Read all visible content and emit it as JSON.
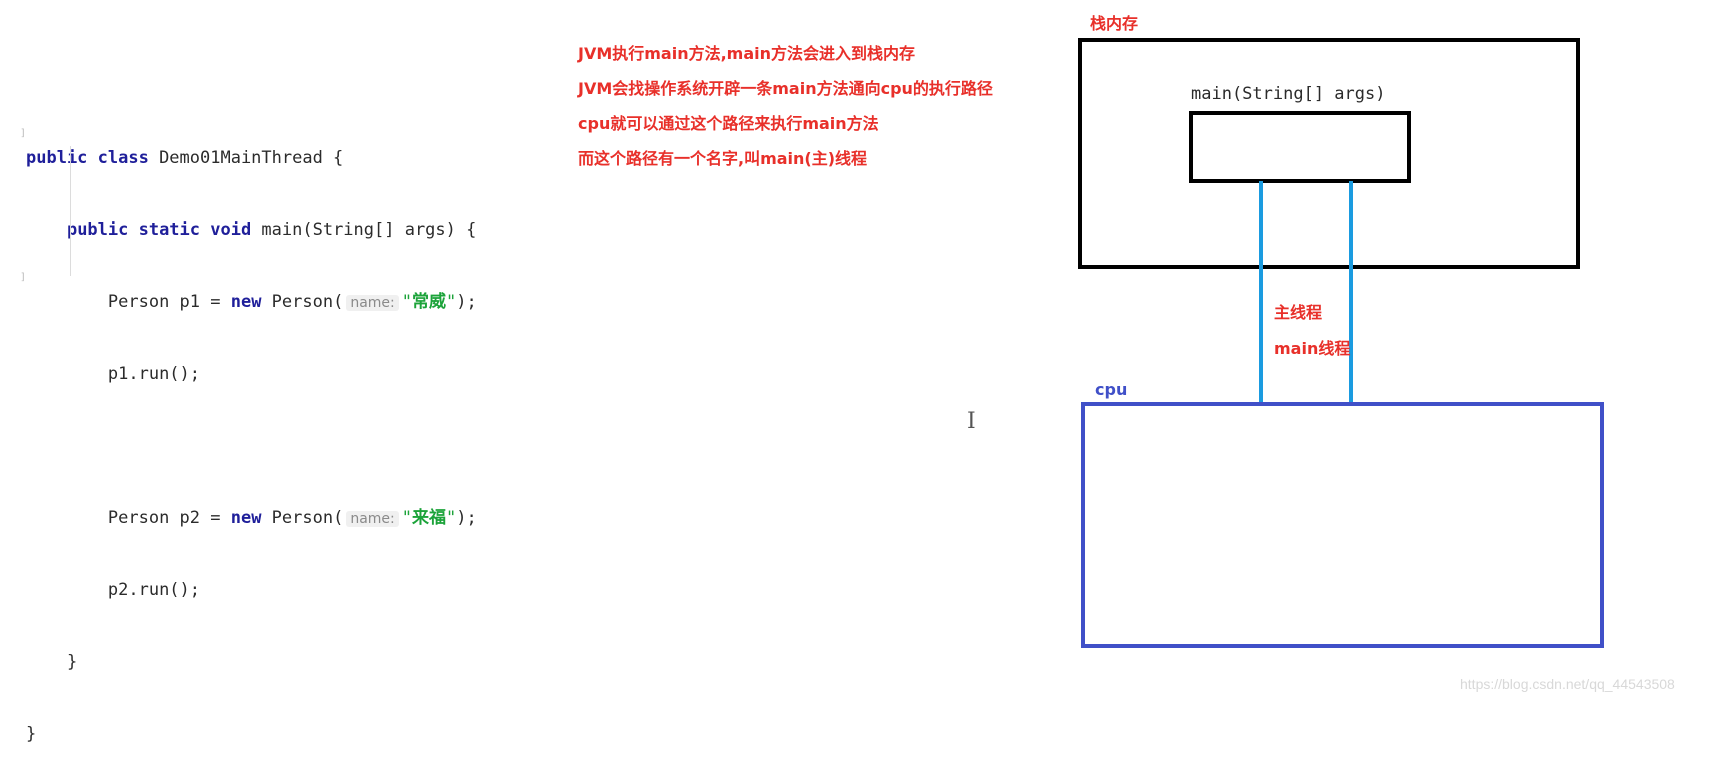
{
  "code": {
    "lines": [
      {
        "kw1": "public class",
        "rest": " Demo01MainThread {"
      },
      {
        "indent": "    ",
        "kw1": "public static void",
        "rest": " main(String[] args) {"
      },
      {
        "indent": "        ",
        "pre": "Person p1 = ",
        "kw": "new",
        "call": " Person(",
        "hint": "name:",
        "strOpen": "\"",
        "str": "常威",
        "strClose": "\"",
        "post": ");"
      },
      {
        "indent": "        ",
        "text": "p1.run();"
      },
      {
        "text": ""
      },
      {
        "indent": "        ",
        "pre": "Person p2 = ",
        "kw": "new",
        "call": " Person(",
        "hint": "name:",
        "strOpen": "\"",
        "str": "来福",
        "strClose": "\"",
        "post": ");"
      },
      {
        "indent": "        ",
        "text": "p2.run();"
      },
      {
        "indent": "    ",
        "text": "}"
      },
      {
        "text": "}"
      }
    ]
  },
  "notes": [
    "JVM执行main方法,main方法会进入到栈内存",
    "JVM会找操作系统开辟一条main方法通向cpu的执行路径",
    "cpu就可以通过这个路径来执行main方法",
    "而这个路径有一个名字,叫main(主)线程"
  ],
  "diagram": {
    "stack_label": "栈内存",
    "frame_label": "main(String[] args)",
    "thread_label_cn": "主线程",
    "thread_label_en": "main线程",
    "cpu_label": "cpu"
  },
  "colors": {
    "note_red": "#e8302a",
    "cpu_blue": "#4050c8",
    "path_blue": "#1a9be0",
    "string_green": "#1ca33a",
    "keyword_navy": "#1f1f9a"
  },
  "cursor_glyph": "I",
  "watermark": "https://blog.csdn.net/qq_44543508"
}
